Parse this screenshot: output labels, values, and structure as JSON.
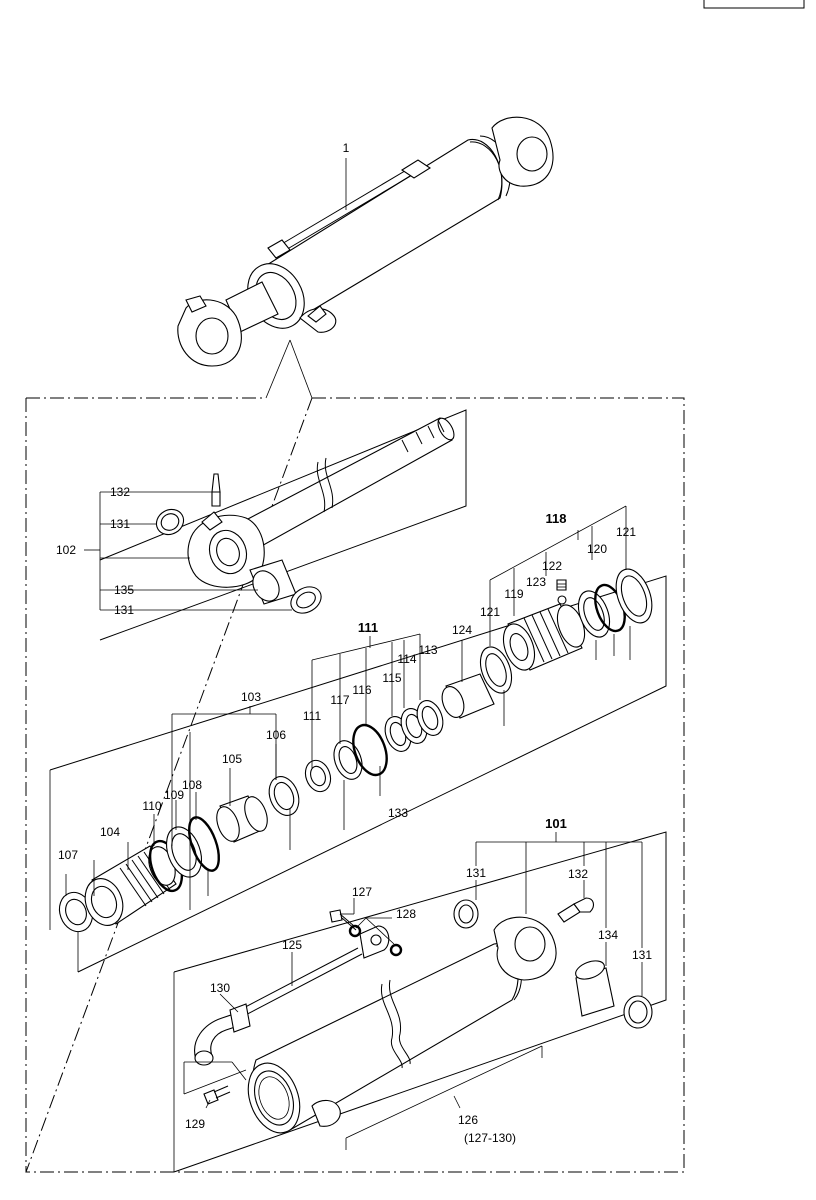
{
  "labels": {
    "l1": "1",
    "l101": "101",
    "l102": "102",
    "l103": "103",
    "l104": "104",
    "l105": "105",
    "l106": "106",
    "l107": "107",
    "l108": "108",
    "l109": "109",
    "l110": "110",
    "l111a": "111",
    "l111b": "111",
    "l113": "113",
    "l114": "114",
    "l115": "115",
    "l116": "116",
    "l117": "117",
    "l118": "118",
    "l119": "119",
    "l120": "120",
    "l121a": "121",
    "l121b": "121",
    "l122": "122",
    "l123": "123",
    "l124": "124",
    "l125": "125",
    "l126": "126",
    "l126sub": "(127-130)",
    "l127": "127",
    "l128": "128",
    "l129": "129",
    "l130": "130",
    "l131a": "131",
    "l131b": "131",
    "l131c": "131",
    "l131d": "131",
    "l132a": "132",
    "l132b": "132",
    "l133": "133",
    "l134": "134",
    "l135": "135"
  }
}
